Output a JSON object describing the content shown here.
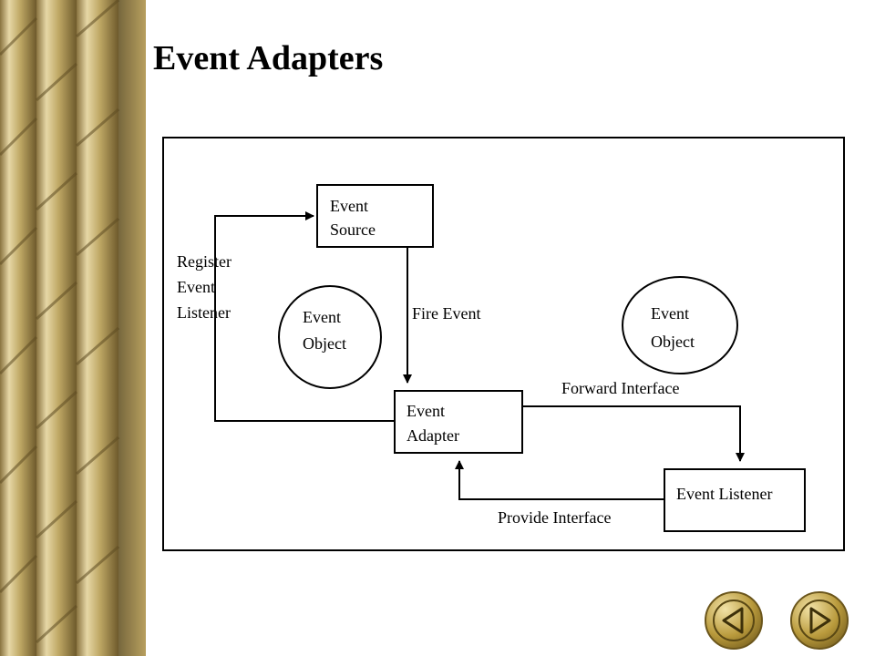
{
  "slide": {
    "title": "Event Adapters"
  },
  "diagram": {
    "nodes": {
      "event_source": [
        "Event",
        "Source"
      ],
      "event_adapter": [
        "Event",
        "Adapter"
      ],
      "event_listener": [
        "Event Listener"
      ],
      "event_object_left": [
        "Event",
        "Object"
      ],
      "event_object_right": [
        "Event",
        "Object"
      ]
    },
    "edges": {
      "register": [
        "Register",
        "Event",
        "Listener"
      ],
      "fire": "Fire Event",
      "forward": "Forward Interface",
      "provide": "Provide Interface"
    }
  },
  "navigation": {
    "prev_icon": "triangle-left-icon",
    "next_icon": "triangle-right-icon"
  },
  "colors": {
    "panel_gold": "#c8b27a",
    "button_gold": "#b99a3c",
    "line": "#000000"
  }
}
